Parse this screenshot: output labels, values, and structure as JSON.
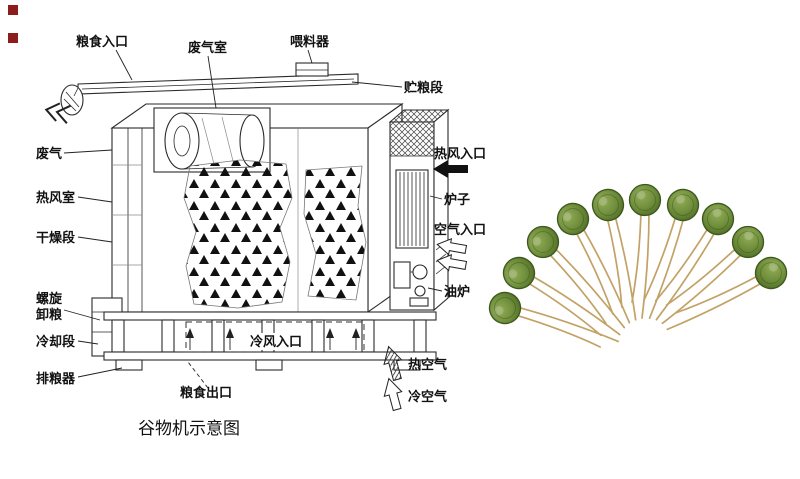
{
  "diagram": {
    "caption": "谷物机示意图",
    "labels": {
      "grain_inlet": "粮食入口",
      "exhaust_chamber": "废气室",
      "feeder": "喂料器",
      "storage_section": "贮粮段",
      "exhaust_gas": "废气",
      "hot_air_chamber": "热风室",
      "drying_section": "干燥段",
      "spiral_unload_line1": "螺旋",
      "spiral_unload_line2": "卸粮",
      "cooling_section": "冷却段",
      "grain_discharger": "排粮器",
      "hot_air_inlet": "热风入口",
      "furnace": "炉子",
      "air_inlet": "空气入口",
      "oil_burner": "油炉",
      "cold_air_inlet": "冷风入口",
      "grain_outlet": "粮食出口",
      "hot_air": "热空气",
      "cold_air": "冷空气"
    },
    "marker_color": "#8c1d1d",
    "line_color": "#222222"
  },
  "photo": {
    "component_count": 10,
    "disc_color": "#6d8c39",
    "disc_rim_color": "#3c581e",
    "lead_color": "#c2a265"
  }
}
